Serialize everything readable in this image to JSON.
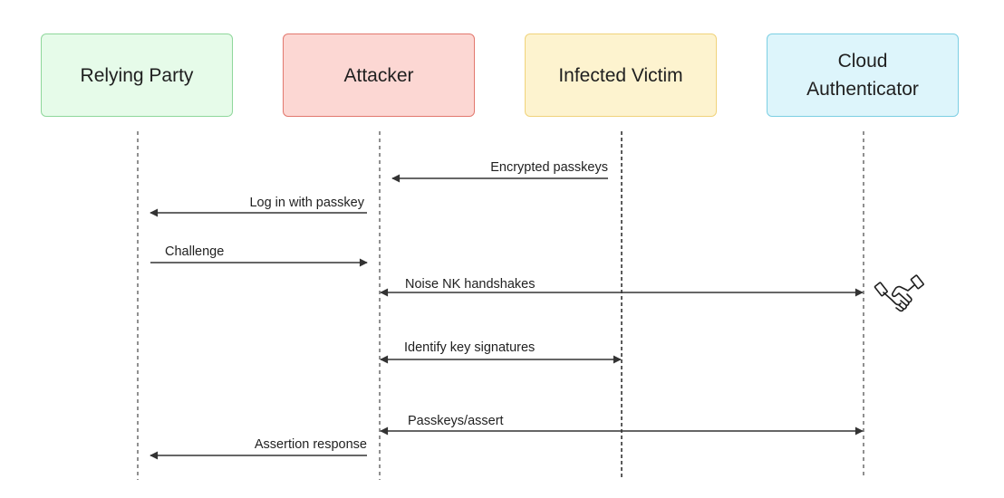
{
  "actors": [
    {
      "id": "rp",
      "label": "Relying Party"
    },
    {
      "id": "at",
      "label": "Attacker"
    },
    {
      "id": "iv",
      "label": "Infected Victim"
    },
    {
      "id": "ca",
      "label": "Cloud\nAuthenticator"
    }
  ],
  "messages": [
    {
      "id": "m1",
      "text": "Encrypted passkeys",
      "from": "iv",
      "to": "at",
      "arrows": "end"
    },
    {
      "id": "m2",
      "text": "Log in with passkey",
      "from": "at",
      "to": "rp",
      "arrows": "end"
    },
    {
      "id": "m3",
      "text": "Challenge",
      "from": "rp",
      "to": "at",
      "arrows": "end"
    },
    {
      "id": "m4",
      "text": "Noise NK handshakes",
      "from": "at",
      "to": "ca",
      "arrows": "both"
    },
    {
      "id": "m5",
      "text": "Identify key signatures",
      "from": "at",
      "to": "iv",
      "arrows": "both"
    },
    {
      "id": "m6",
      "text": "Passkeys/assert",
      "from": "at",
      "to": "ca",
      "arrows": "both"
    },
    {
      "id": "m7",
      "text": "Assertion response",
      "from": "at",
      "to": "rp",
      "arrows": "end"
    }
  ],
  "icons": {
    "handshake": "handshake-icon"
  },
  "colors": {
    "relying_party_fill": "#e6fbe9",
    "relying_party_border": "#8fd79b",
    "attacker_fill": "#fcd7d3",
    "attacker_border": "#e2786e",
    "victim_fill": "#fdf3cf",
    "victim_border": "#f0d37b",
    "cloud_fill": "#ddf5fb",
    "cloud_border": "#7ccfe3",
    "line": "#333333"
  }
}
